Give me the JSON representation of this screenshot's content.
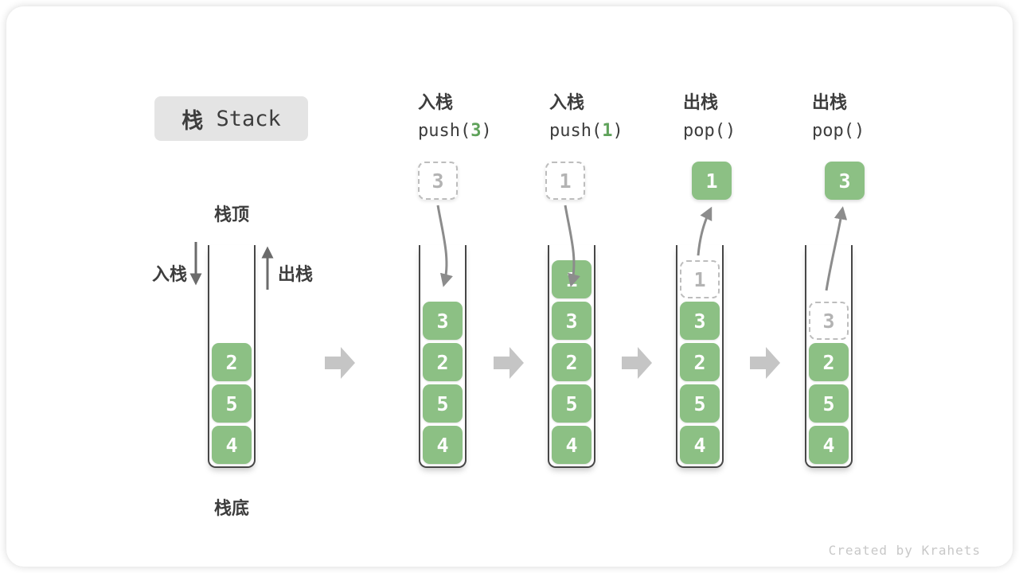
{
  "title": {
    "zh": "栈",
    "en": " Stack"
  },
  "labels": {
    "stack_top": "栈顶",
    "stack_bottom": "栈底",
    "push_side": "入栈",
    "pop_side": "出栈"
  },
  "operations": [
    {
      "action": "入栈",
      "code_pre": "push(",
      "arg": "3",
      "code_post": ")"
    },
    {
      "action": "入栈",
      "code_pre": "push(",
      "arg": "1",
      "code_post": ")"
    },
    {
      "action": "出栈",
      "code_pre": "pop(",
      "arg": "",
      "code_post": ")"
    },
    {
      "action": "出栈",
      "code_pre": "pop(",
      "arg": "",
      "code_post": ")"
    }
  ],
  "floating_cells": [
    {
      "value": "3",
      "style": "dashed"
    },
    {
      "value": "1",
      "style": "dashed"
    },
    {
      "value": "1",
      "style": "solid"
    },
    {
      "value": "3",
      "style": "solid"
    }
  ],
  "stacks": [
    {
      "name": "initial",
      "ghost": null,
      "cells": [
        {
          "value": "2"
        },
        {
          "value": "5"
        },
        {
          "value": "4"
        }
      ]
    },
    {
      "name": "after-push-3",
      "ghost": null,
      "cells": [
        {
          "value": "3"
        },
        {
          "value": "2"
        },
        {
          "value": "5"
        },
        {
          "value": "4"
        }
      ]
    },
    {
      "name": "after-push-1",
      "ghost": null,
      "cells": [
        {
          "value": "1"
        },
        {
          "value": "3"
        },
        {
          "value": "2"
        },
        {
          "value": "5"
        },
        {
          "value": "4"
        }
      ]
    },
    {
      "name": "after-pop-1",
      "ghost": {
        "value": "1"
      },
      "cells": [
        {
          "value": "3"
        },
        {
          "value": "2"
        },
        {
          "value": "5"
        },
        {
          "value": "4"
        }
      ]
    },
    {
      "name": "after-pop-3",
      "ghost": {
        "value": "3"
      },
      "cells": [
        {
          "value": "2"
        },
        {
          "value": "5"
        },
        {
          "value": "4"
        }
      ]
    }
  ],
  "watermark": "Created by Krahets",
  "colors": {
    "cell_green": "#8CC084",
    "arg_green": "#5FA25A",
    "text_dark": "#3D3D3D",
    "ghost_gray": "#B3B3B3",
    "flow_arrow_gray": "#C5C5C5",
    "motion_arrow_gray": "#8C8C8C",
    "badge_bg": "#E4E4E4"
  }
}
